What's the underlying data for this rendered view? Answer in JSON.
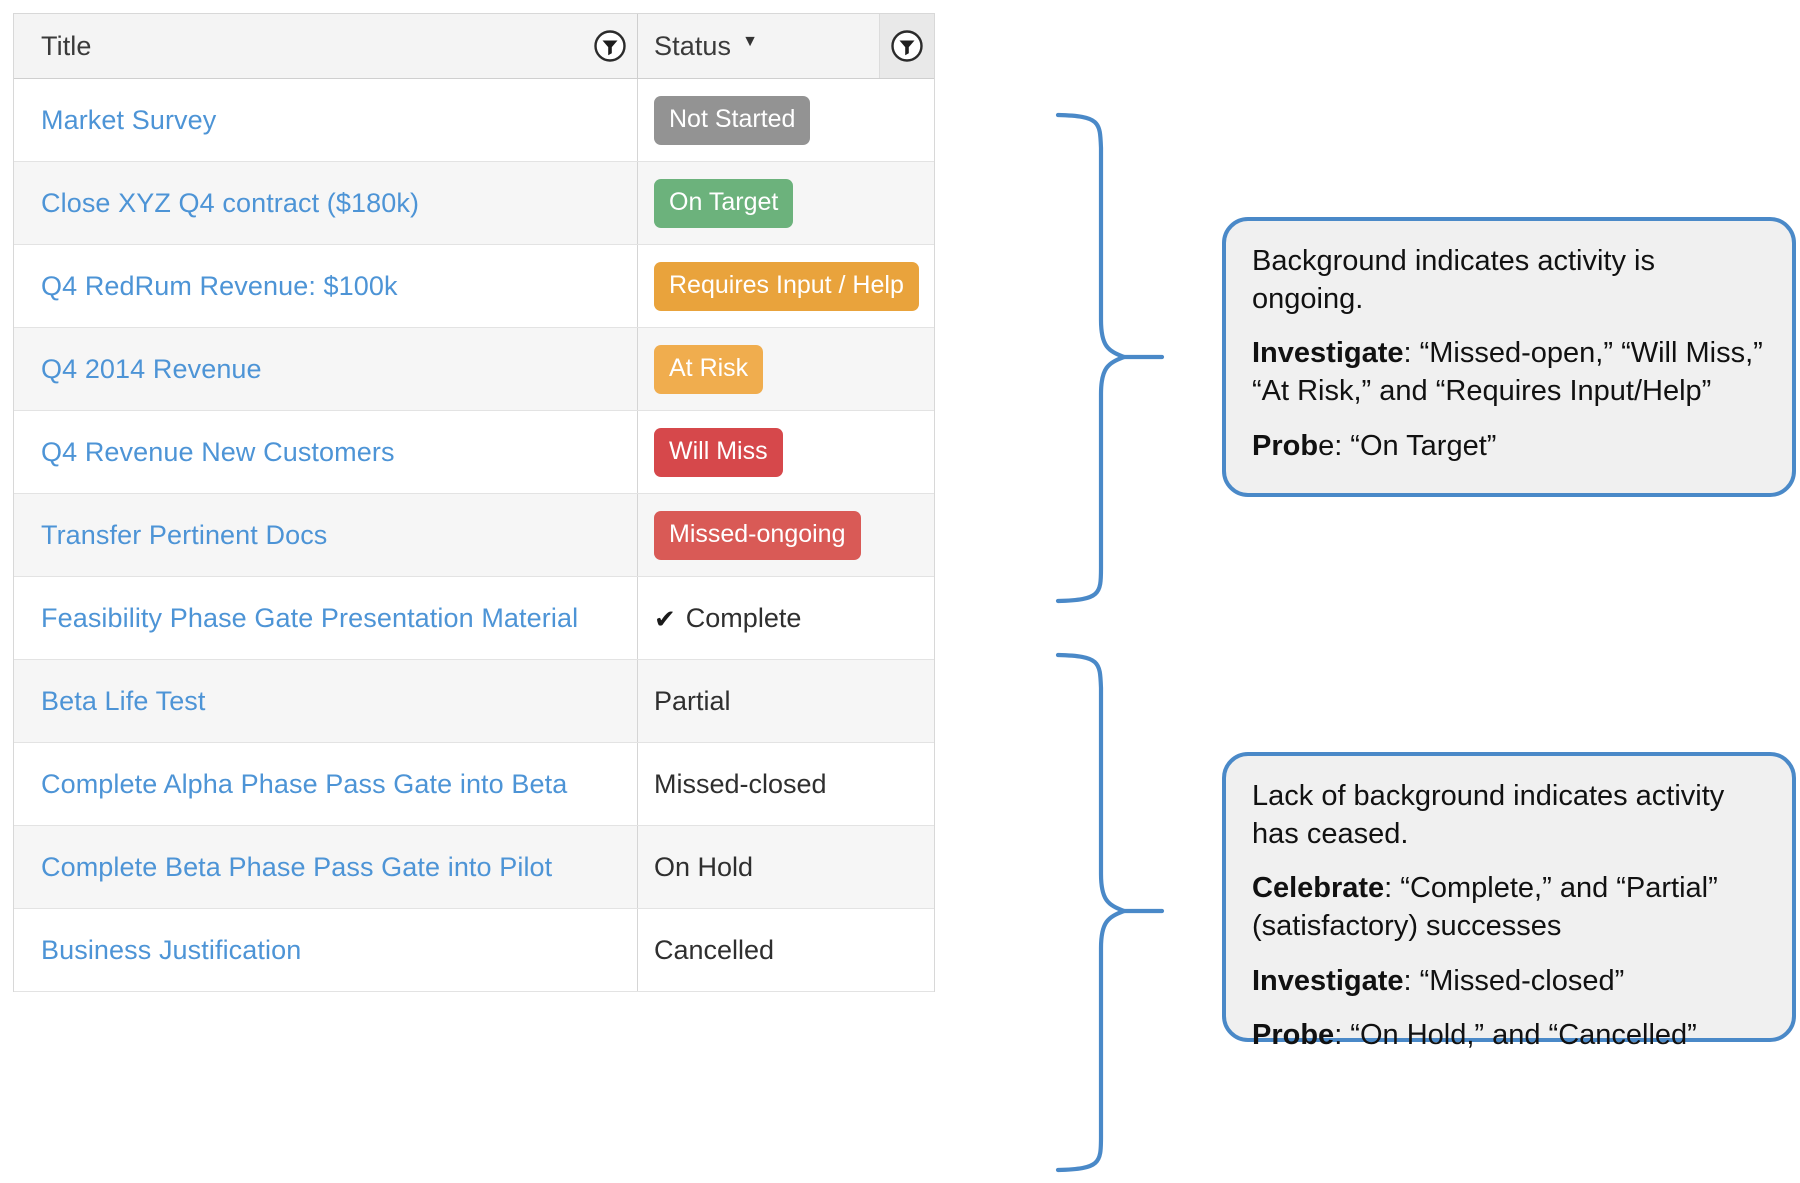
{
  "table": {
    "columns": [
      {
        "key": "title",
        "label": "Title",
        "filter_icon": "filter-funnel-icon",
        "sort_indicator": ""
      },
      {
        "key": "status",
        "label": "Status",
        "filter_icon": "filter-funnel-icon",
        "sort_indicator": "▼"
      }
    ],
    "rows": [
      {
        "title": "Market Survey",
        "status": "Not Started",
        "style": "badge",
        "color": "#939393",
        "stripe": false
      },
      {
        "title": "Close XYZ Q4 contract ($180k)",
        "status": "On Target",
        "style": "badge",
        "color": "#6cb27c",
        "stripe": true
      },
      {
        "title": "Q4 RedRum Revenue: $100k",
        "status": "Requires Input / Help",
        "style": "badge",
        "color": "#e9a33c",
        "stripe": false
      },
      {
        "title": "Q4 2014 Revenue",
        "status": "At Risk",
        "style": "badge",
        "color": "#f0ad4e",
        "stripe": true
      },
      {
        "title": "Q4 Revenue New Customers",
        "status": "Will Miss",
        "style": "badge",
        "color": "#d6484b",
        "stripe": false
      },
      {
        "title": "Transfer Pertinent Docs",
        "status": "Missed-ongoing",
        "style": "badge",
        "color": "#d95a56",
        "stripe": true
      },
      {
        "title": "Feasibility Phase Gate Presentation Material",
        "status": "Complete",
        "style": "check",
        "color": "#2f2f2f",
        "stripe": false
      },
      {
        "title": "Beta Life Test",
        "status": "Partial",
        "style": "plain",
        "color": "#2f2f2f",
        "stripe": true
      },
      {
        "title": "Complete Alpha Phase Pass Gate into Beta",
        "status": "Missed-closed",
        "style": "plain",
        "color": "#2f2f2f",
        "stripe": false
      },
      {
        "title": "Complete Beta Phase Pass Gate into Pilot",
        "status": "On Hold",
        "style": "plain",
        "color": "#2f2f2f",
        "stripe": true
      },
      {
        "title": "Business Justification",
        "status": "Cancelled",
        "style": "plain",
        "color": "#2f2f2f",
        "stripe": false
      }
    ]
  },
  "callouts": {
    "ongoing": {
      "line1": "Background indicates activity is ongoing.",
      "line2_bold": "Investigate",
      "line2_rest": ": “Missed-open,”  “Will Miss,”  “At Risk,” and “Requires Input/Help”",
      "line3_bold": "Prob",
      "line3_rest": "e:  “On Target”"
    },
    "ceased": {
      "line1": "Lack of background indicates activity has ceased.",
      "line2_bold": "Celebrate",
      "line2_rest": ": “Complete,” and “Partial” (satisfactory) successes",
      "line3_bold": "Investigate",
      "line3_rest": ": “Missed-closed”",
      "line4_bold": "Probe",
      "line4_rest": ": “On Hold,” and “Cancelled”"
    }
  },
  "connectors": {
    "top_brace": "curly-brace-icon",
    "bottom_brace": "curly-brace-icon"
  },
  "colors": {
    "link": "#4d94d6",
    "callout_border": "#4a89c8",
    "callout_fill": "#f0f0f0",
    "stripe": "#f6f6f6",
    "header_bg": "#f4f4f4"
  }
}
